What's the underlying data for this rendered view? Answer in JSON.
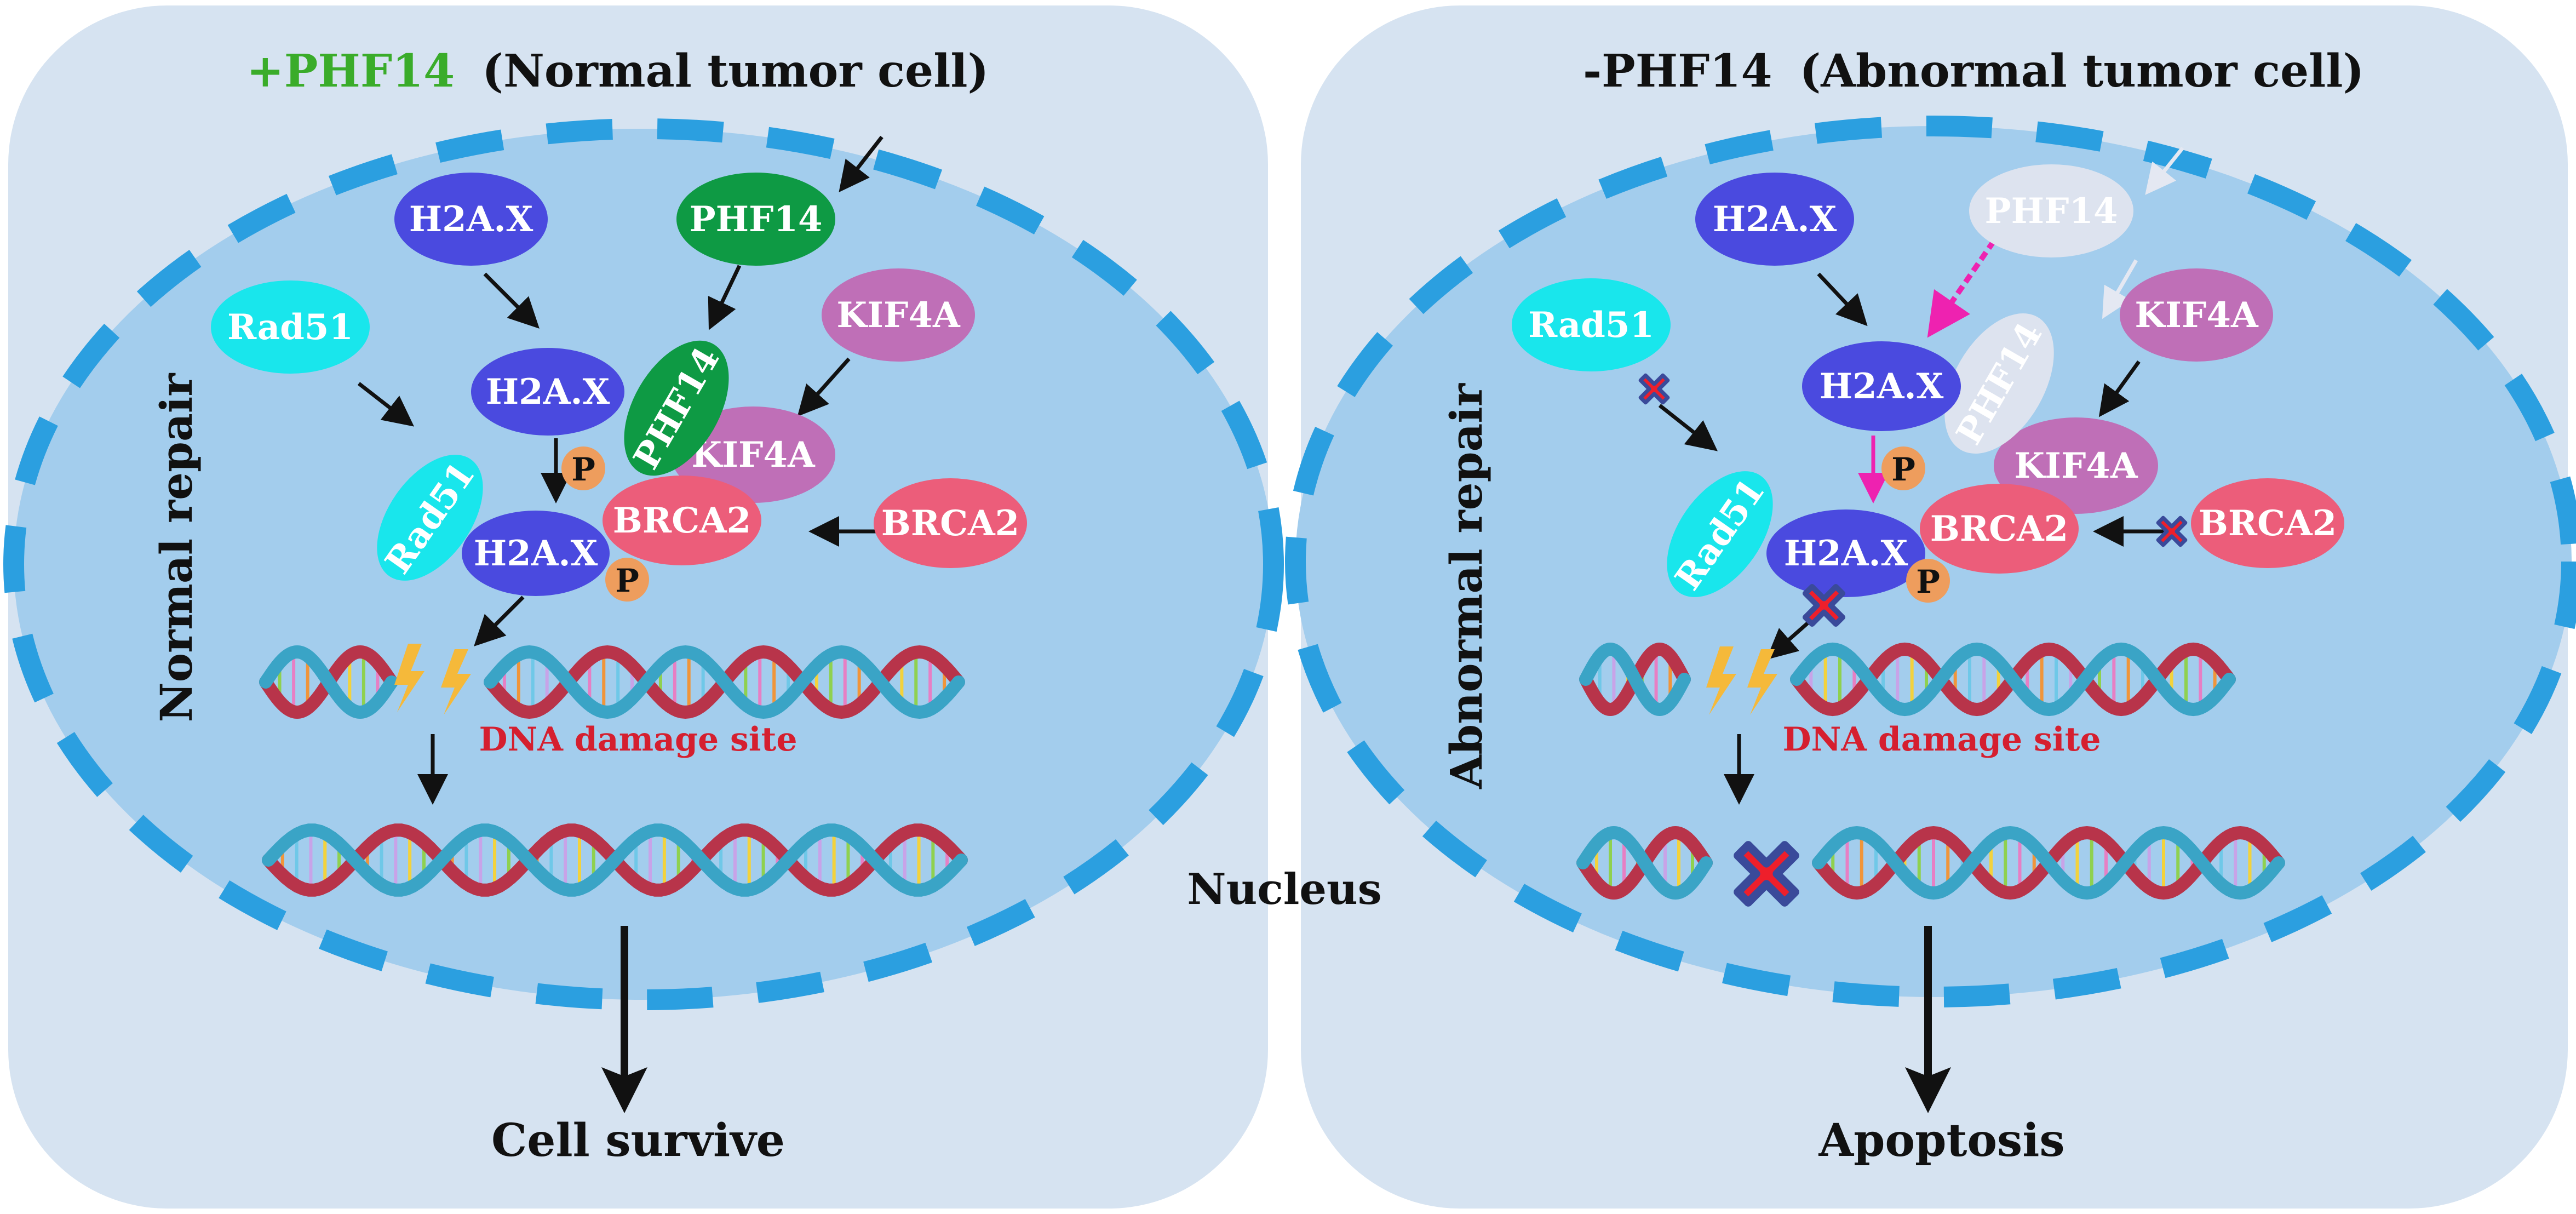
{
  "colors": {
    "panel": "#d6e3f1",
    "nucleus": "#a3cded",
    "membrane": "#2b9fe0",
    "h2ax": "#4a4adf",
    "phf14": "#0e9a44",
    "phf14_faded": "#dde3ef",
    "kif4a": "#bf6fb7",
    "brca2": "#ec5d7a",
    "rad51": "#19e6ec",
    "phospho": "#ee9d5d",
    "accent_green": "#3aac2a",
    "damage_red": "#d51f2f",
    "magenta": "#ee22b0",
    "cross_red": "#ee1f2b",
    "cross_outline": "#3a4a9a"
  },
  "left": {
    "title_prefix": "+PHF14",
    "title_suffix": "(Normal tumor cell)",
    "side_label": "Normal repair",
    "damage_label": "DNA damage site",
    "outcome": "Cell survive",
    "nodes": {
      "h2ax_top": "H2A.X",
      "phf14_top": "PHF14",
      "rad51_top": "Rad51",
      "kif4a_top": "KIF4A",
      "h2ax_mid": "H2A.X",
      "phf14_bound": "PHF14",
      "kif4a_bound": "KIF4A",
      "rad51_bound": "Rad51",
      "h2ax_bound": "H2A.X",
      "brca2_bound": "BRCA2",
      "brca2_free": "BRCA2",
      "p1": "P",
      "p2": "P"
    }
  },
  "right": {
    "title_prefix": "-PHF14",
    "title_suffix": "(Abnormal tumor cell)",
    "side_label": "Abnormal repair",
    "damage_label": "DNA damage site",
    "outcome": "Apoptosis",
    "nodes": {
      "h2ax_top": "H2A.X",
      "phf14_top": "PHF14",
      "rad51_top": "Rad51",
      "kif4a_top": "KIF4A",
      "h2ax_mid": "H2A.X",
      "phf14_bound": "PHF14",
      "kif4a_bound": "KIF4A",
      "rad51_bound": "Rad51",
      "h2ax_bound": "H2A.X",
      "brca2_bound": "BRCA2",
      "brca2_free": "BRCA2",
      "p1": "P",
      "p2": "P"
    }
  },
  "center_label": "Nucleus"
}
